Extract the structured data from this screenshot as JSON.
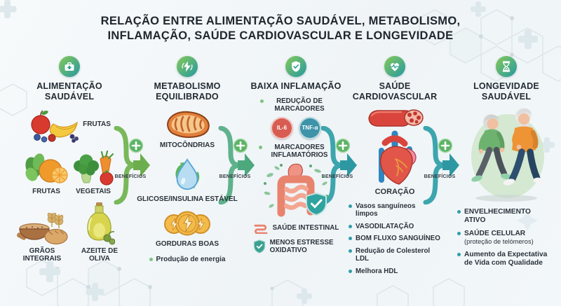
{
  "title_lines": [
    "RELAÇÃO ENTRE ALIMENTAÇÃO SAUDÁVEL, METABOLISMO,",
    "INFLAMAÇÃO, SAÚDE CARDIOVASCULAR E LONGEVIDADE"
  ],
  "benefits_label": "BENEFÍCIOS",
  "colors": {
    "arrow_green": "#79b85a",
    "arrow_green_teal": "#5fb28a",
    "arrow_teal": "#35a0a8",
    "plus_circle": "#5bb364",
    "badge_red": "#d85c52",
    "badge_teal": "#3e93a8",
    "bullet_green": "#7cc47e",
    "bullet_teal": "#2f9ea7",
    "icon_gradient_start": "#7cc45e",
    "icon_gradient_end": "#2f9e9b",
    "title_text": "#20272e"
  },
  "columns": [
    {
      "title": "ALIMENTAÇÃO SAUDÁVEL",
      "icon": "first-aid-kit-icon",
      "foods": [
        {
          "label": "FRUTAS",
          "illustration": "fruits-apple-banana-berries"
        },
        {
          "label": "FRUTAS",
          "illustration": "greens-and-orange"
        },
        {
          "label": "VEGETAIS",
          "illustration": "broccoli-carrot-tomato"
        },
        {
          "label": "GRÃOS INTEGRAIS",
          "illustration": "grain-bowl-and-bread"
        },
        {
          "label": "AZEITE DE OLIVA",
          "illustration": "olive-oil-bottle"
        }
      ]
    },
    {
      "title": "METABOLISMO EQUILIBRADO",
      "icon": "energy-recycle-icon",
      "items": [
        {
          "label": "MITOCÔNDRIAS",
          "illustration": "mitochondria"
        },
        {
          "label": "GLICOSE/INSULINA ESTÁVEL",
          "illustration": "water-drop-recycle"
        },
        {
          "label": "GORDURAS BOAS",
          "illustration": "energy-coins"
        }
      ],
      "bullet": "Produção de energia"
    },
    {
      "title": "BAIXA INFLAMAÇÃO",
      "icon": "shield-check-icon",
      "bullets": [
        "REDUÇÃO DE MARCADORES",
        "MARCADORES INFLAMATÓRIOS"
      ],
      "badges": [
        "IL-6",
        "TNF-α"
      ],
      "footer_items": [
        "SAÚDE INTESTINAL",
        "MENOS ESTRESSE OXIDATIVO"
      ]
    },
    {
      "title": "SAÚDE CARDIOVASCULAR",
      "icon": "heart-pulse-icon",
      "organ_label": "CORAÇÃO",
      "bullets": [
        "Vasos sanguíneos limpos",
        "VASODILATAÇÃO",
        "BOM FLUXO SANGUÍNEO",
        "Redução de Colesterol LDL",
        "Melhora HDL"
      ]
    },
    {
      "title": "LONGEVIDADE SAUDÁVEL",
      "icon": "hourglass-icon",
      "bullets": [
        {
          "text": "ENVELHECIMENTO ATIVO"
        },
        {
          "text": "SAÚDE CELULAR",
          "sub": "(proteção de telómeros)"
        },
        {
          "text": "Aumento da Expectativa de Vida com Qualidade"
        }
      ]
    }
  ]
}
